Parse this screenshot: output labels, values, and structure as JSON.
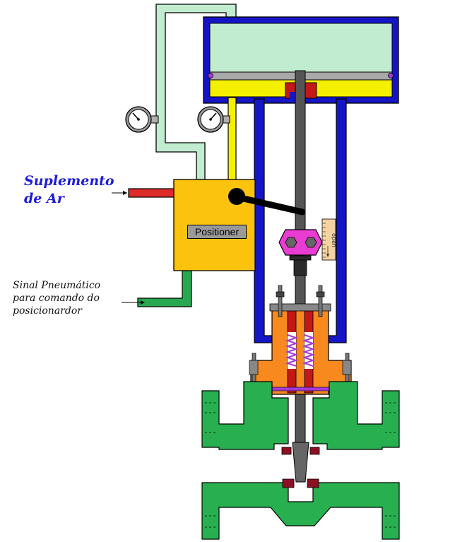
{
  "labels": {
    "supply_line1": "Suplemento",
    "supply_line2": "de Ar",
    "signal_line1": "Sinal Pneumático",
    "signal_line2": "para comando do",
    "signal_line3": "posicionardor",
    "positioner": "Positioner",
    "scale": "open"
  },
  "colors": {
    "diaphragm_chamber": "#c2ecd0",
    "signal_tube": "#c2ecd0",
    "outer_casing": "#1515c8",
    "output_tube": "#f5ef00",
    "positioner_body": "#fbc20e",
    "supply_pipe": "#dd2a2a",
    "signal_pipe": "#28a850",
    "valve_body": "#28b050",
    "bonnet": "#f7891f",
    "packing": "#c41818",
    "connector": "#e83cd2",
    "stem": "#555555",
    "seat": "#8b1122",
    "label_supply": "#1c1cd6"
  },
  "icons": [
    "pressure-gauge-icon",
    "arrow-right-icon",
    "hex-nut-icon"
  ]
}
